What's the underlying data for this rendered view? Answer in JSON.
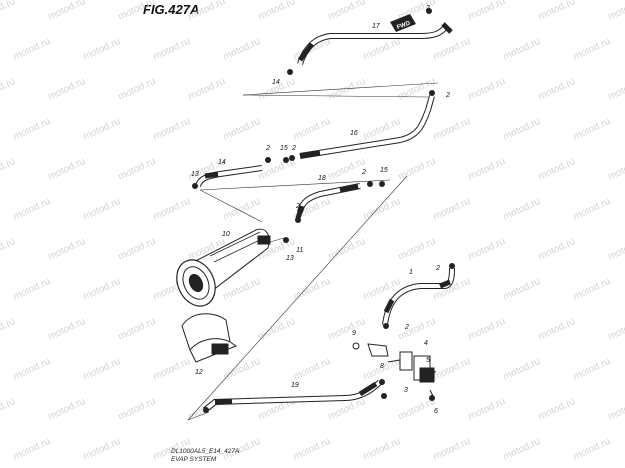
{
  "figure": {
    "title": "FIG.427A",
    "code": "DL1000AL5_E14_427A",
    "subtitle": "EVAP SYSTEM",
    "direction_label": "FWD",
    "watermark": "motod.ru"
  },
  "callouts": [
    "1",
    "2",
    "2",
    "2",
    "2",
    "2",
    "2",
    "2",
    "2",
    "3",
    "4",
    "5",
    "6",
    "7",
    "8",
    "9",
    "10",
    "11",
    "12",
    "13",
    "13",
    "14",
    "14",
    "15",
    "16",
    "17",
    "18",
    "19"
  ]
}
